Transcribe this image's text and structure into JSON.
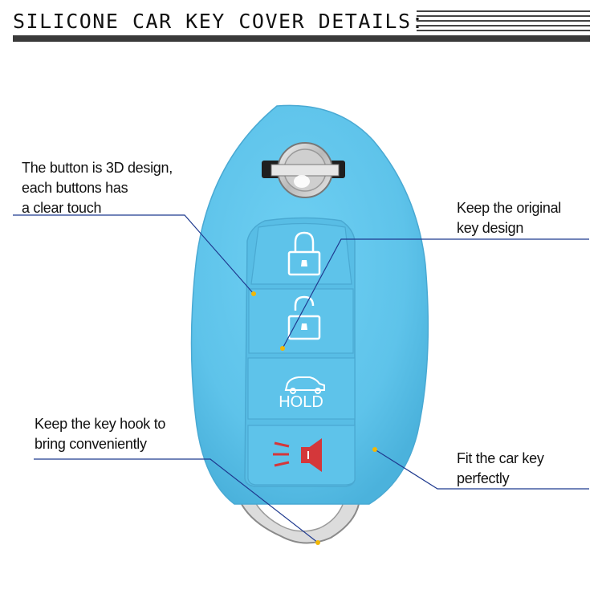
{
  "header": {
    "title": "SILICONE CAR KEY COVER DETAILS:"
  },
  "product": {
    "cover_color": "#5ec3ea",
    "accent_color": "#f2b705",
    "line_color": "#1f3a8f",
    "hold_label": "HOLD",
    "icons": [
      "lock-icon",
      "unlock-icon",
      "trunk-icon",
      "panic-horn-icon"
    ]
  },
  "annotations": {
    "button_3d": [
      "The button is 3D design,",
      "each buttons has",
      "a clear touch"
    ],
    "original_design": [
      "Keep the original",
      "key design"
    ],
    "key_hook": [
      "Keep the key hook to",
      "bring conveniently"
    ],
    "fit": [
      "Fit the car key",
      "perfectly"
    ]
  }
}
